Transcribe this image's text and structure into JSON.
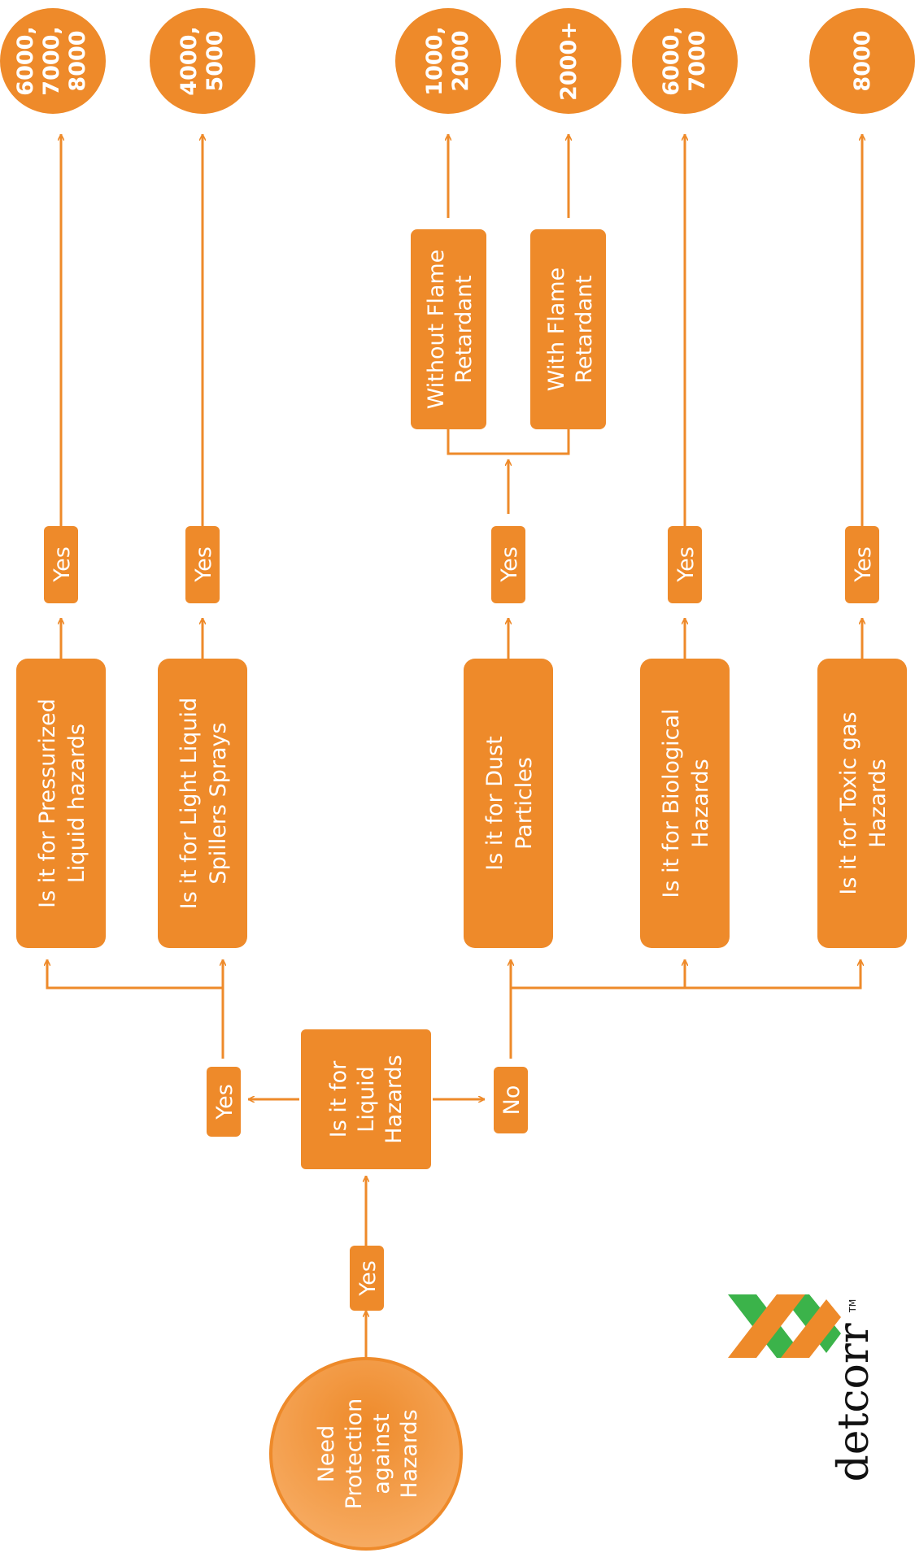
{
  "colors": {
    "accent": "#ee8a2a",
    "accent_light": "#f6a45a",
    "logo_green": "#3bb34a",
    "logo_orange": "#ee8a2a",
    "text": "#ffffff"
  },
  "start": {
    "lines": [
      "Need",
      "Protection",
      "against",
      "Hazards"
    ]
  },
  "yes_start": "Yes",
  "liquid_question": {
    "lines": [
      "Is it for",
      "Liquid",
      "Hazards"
    ]
  },
  "yes_liquid": "Yes",
  "no_liquid": "No",
  "questions": {
    "pressurized": [
      "Is it for Pressurized",
      "Liquid hazards"
    ],
    "light_liquid": [
      "Is it for Light Liquid",
      "Spillers Sprays"
    ],
    "dust": [
      "Is it for Dust",
      "Particles"
    ],
    "biological": [
      "Is it for Biological",
      "Hazards"
    ],
    "toxic_gas": [
      "Is it for Toxic gas",
      "Hazards"
    ]
  },
  "yes_label": "Yes",
  "dust_options": {
    "without_flame": [
      "Without Flame",
      "Retardant"
    ],
    "with_flame": [
      "With Flame",
      "Retardant"
    ]
  },
  "results": {
    "pressurized": [
      "6000,",
      "7000,",
      "8000"
    ],
    "light_liquid": [
      "4000,",
      "5000"
    ],
    "without_flame": [
      "1000,",
      "2000"
    ],
    "with_flame": [
      "2000+"
    ],
    "biological": [
      "6000,",
      "7000"
    ],
    "toxic_gas": [
      "8000"
    ]
  },
  "logo": {
    "name": "detcorr",
    "trademark": "TM"
  }
}
